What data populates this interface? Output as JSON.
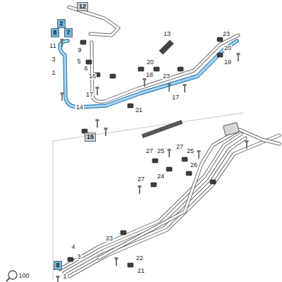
{
  "diagram": {
    "nodes": [
      {
        "text": [
          "12"
        ]
      },
      {
        "text": [
          "2"
        ]
      },
      {
        "text": [
          "8"
        ]
      },
      {
        "text": [
          "7"
        ]
      },
      {
        "text": [
          "15"
        ]
      },
      {
        "text": [
          "8"
        ]
      }
    ],
    "labels": [
      "11",
      "9",
      "3",
      "5",
      "6",
      "1",
      "13",
      "23",
      "20",
      "19",
      "16",
      "20",
      "18",
      "23",
      "17",
      "17",
      "14",
      "21",
      "27",
      "25",
      "27",
      "25",
      "26",
      "24",
      "27",
      "23",
      "22",
      "4",
      "3",
      "1",
      "21",
      "100"
    ]
  }
}
